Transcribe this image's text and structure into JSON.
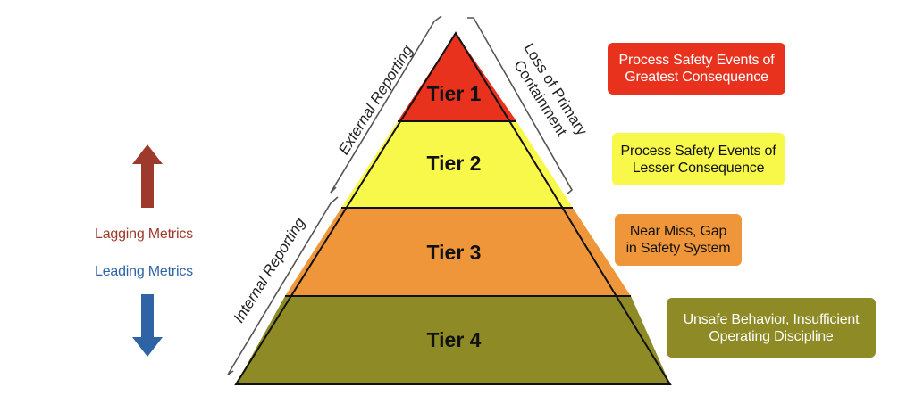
{
  "pyramid": {
    "tiers": [
      {
        "label": "Tier 1",
        "color": "#E8321E"
      },
      {
        "label": "Tier 2",
        "color": "#F8F84A"
      },
      {
        "label": "Tier 3",
        "color": "#F0963A"
      },
      {
        "label": "Tier 4",
        "color": "#8E8A26"
      }
    ],
    "outline_color": "#111111"
  },
  "brackets": {
    "external_reporting": "External Reporting",
    "internal_reporting": "Internal Reporting",
    "loss_of_containment_line1": "Loss of Primary",
    "loss_of_containment_line2": "Containment",
    "color": "#555555"
  },
  "descriptions": [
    {
      "line1": "Process Safety Events of",
      "line2": "Greatest Consequence",
      "bg": "#E8321E",
      "text_color": "#FFFFFF"
    },
    {
      "line1": "Process Safety Events of",
      "line2": "Lesser Consequence",
      "bg": "#F8F84A",
      "text_color": "#111111"
    },
    {
      "line1": "Near Miss, Gap",
      "line2": "in Safety System",
      "bg": "#F0963A",
      "text_color": "#111111"
    },
    {
      "line1": "Unsafe Behavior, Insufficient",
      "line2": "Operating Discipline",
      "bg": "#8E8A26",
      "text_color": "#FFFFFF"
    }
  ],
  "metrics": {
    "lagging_label": "Lagging Metrics",
    "leading_label": "Leading Metrics",
    "lagging_color": "#9E3A2C",
    "leading_color": "#2E64A6",
    "up_arrow_icon": "arrow-up-icon",
    "down_arrow_icon": "arrow-down-icon"
  }
}
